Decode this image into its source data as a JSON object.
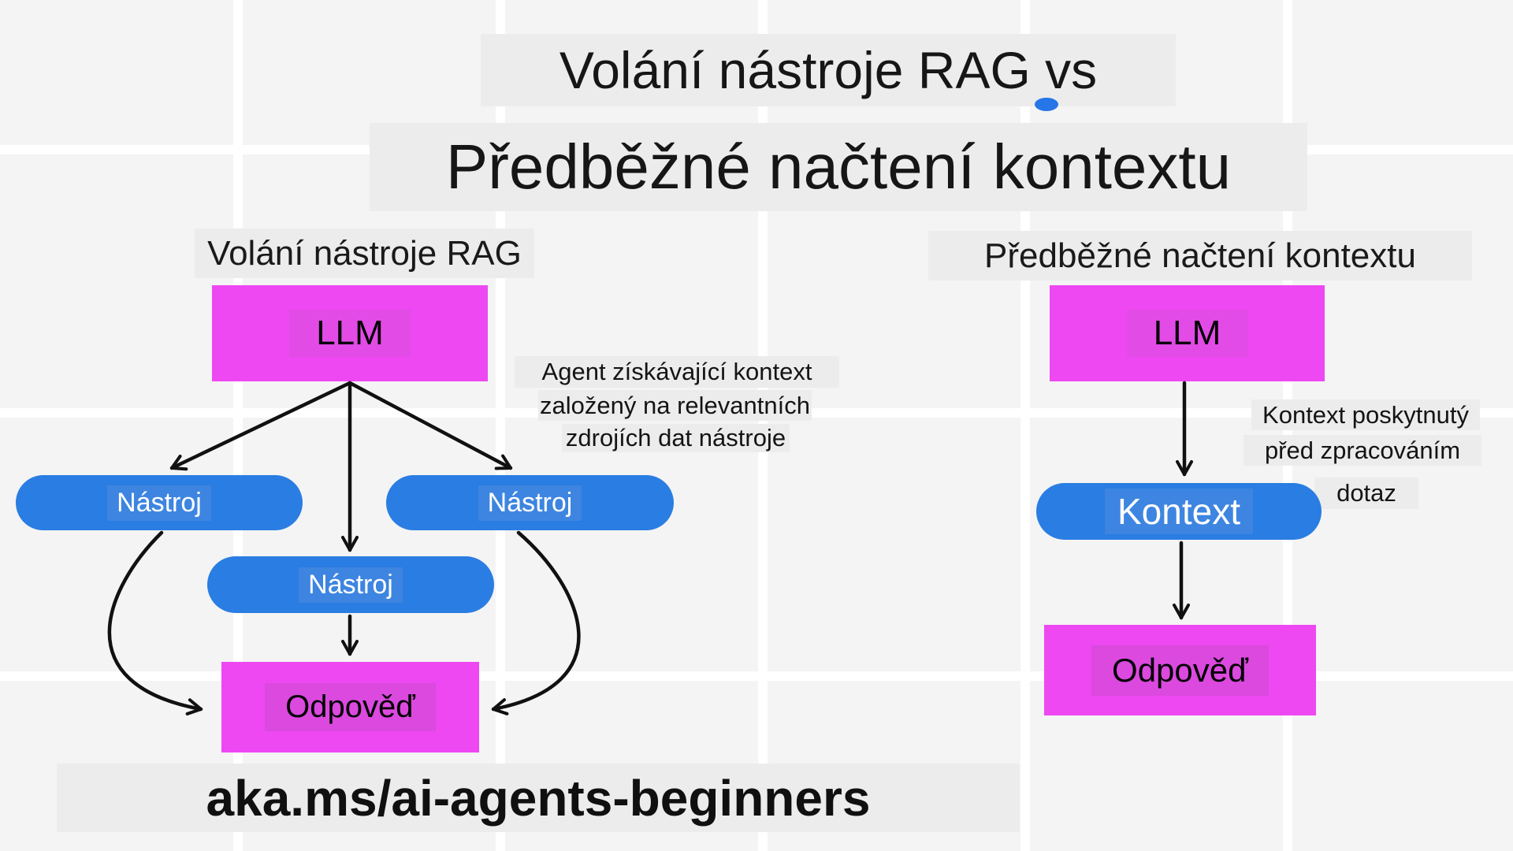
{
  "titles": {
    "line1": "Volání nástroje RAG vs",
    "line2": "Předběžné načtení kontextu"
  },
  "left_diagram": {
    "header": "Volání nástroje RAG",
    "llm_label": "LLM",
    "tools": [
      "Nástroj",
      "Nástroj",
      "Nástroj"
    ],
    "answer_label": "Odpověď",
    "annotation": {
      "line1": "Agent získávající kontext",
      "line2": "založený na relevantních",
      "line3": "zdrojích dat nástroje"
    }
  },
  "right_diagram": {
    "header": "Předběžné načtení kontextu",
    "llm_label": "LLM",
    "context_label": "Kontext",
    "answer_label": "Odpověď",
    "annotation": {
      "line1": "Kontext poskytnutý",
      "line2": "před zpracováním",
      "line3": "dotaz"
    }
  },
  "footer": {
    "link": "aka.ms/ai-agents-beginners"
  },
  "colors": {
    "magenta": "#ED48F2",
    "magenta_highlight": "#DB49DF",
    "blue": "#2A7DE2",
    "blue_highlight": "#3D85E0",
    "text_highlight": "#ECECEC",
    "background": "#F4F4F4",
    "grid_line": "#FFFFFF",
    "arrow": "#111111",
    "accent_dot": "#2776E8"
  }
}
